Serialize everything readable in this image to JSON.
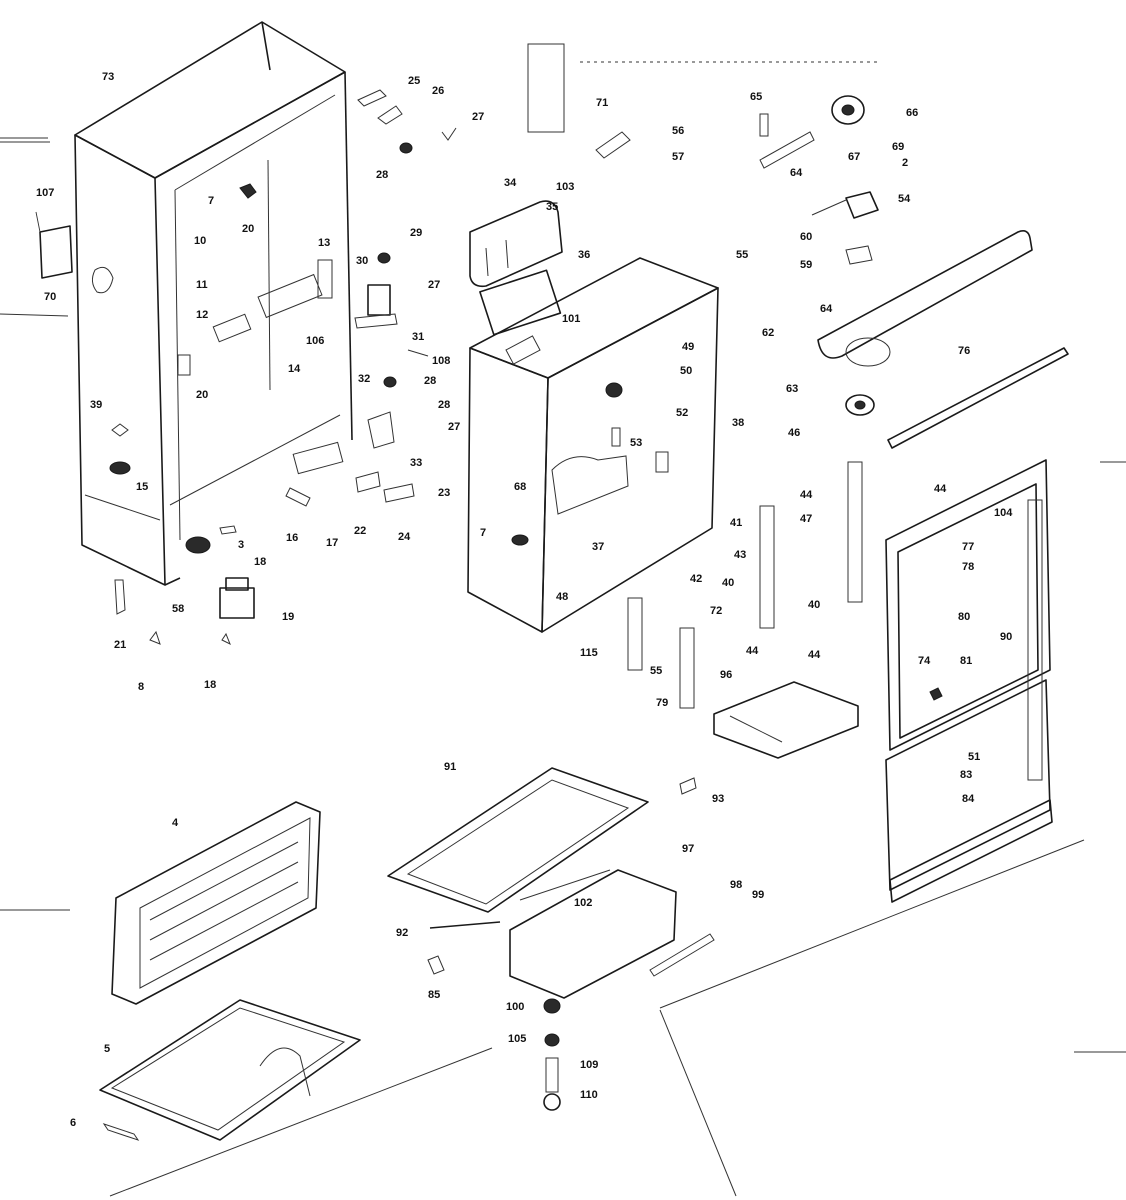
{
  "header": {
    "text": ""
  },
  "callouts": [
    {
      "id": "c73",
      "label": "73"
    },
    {
      "id": "c107",
      "label": "107"
    },
    {
      "id": "c70",
      "label": "70"
    },
    {
      "id": "c7a",
      "label": "7"
    },
    {
      "id": "c10",
      "label": "10"
    },
    {
      "id": "c11",
      "label": "11"
    },
    {
      "id": "c12",
      "label": "12"
    },
    {
      "id": "c13",
      "label": "13"
    },
    {
      "id": "c14",
      "label": "14"
    },
    {
      "id": "c106",
      "label": "106"
    },
    {
      "id": "c20a",
      "label": "20"
    },
    {
      "id": "c20b",
      "label": "20"
    },
    {
      "id": "c39",
      "label": "39"
    },
    {
      "id": "c15",
      "label": "15"
    },
    {
      "id": "c3",
      "label": "3"
    },
    {
      "id": "c18a",
      "label": "18"
    },
    {
      "id": "c16",
      "label": "16"
    },
    {
      "id": "c17",
      "label": "17"
    },
    {
      "id": "c58a",
      "label": "58"
    },
    {
      "id": "c19",
      "label": "19"
    },
    {
      "id": "c21",
      "label": "21"
    },
    {
      "id": "c8",
      "label": "8"
    },
    {
      "id": "c18b",
      "label": "18"
    },
    {
      "id": "c25",
      "label": "25"
    },
    {
      "id": "c26",
      "label": "26"
    },
    {
      "id": "c27a",
      "label": "27"
    },
    {
      "id": "c28a",
      "label": "28"
    },
    {
      "id": "c29",
      "label": "29"
    },
    {
      "id": "c30",
      "label": "30"
    },
    {
      "id": "c27b",
      "label": "27"
    },
    {
      "id": "c31",
      "label": "31"
    },
    {
      "id": "c108",
      "label": "108"
    },
    {
      "id": "c32",
      "label": "32"
    },
    {
      "id": "c28b",
      "label": "28"
    },
    {
      "id": "c28c",
      "label": "28"
    },
    {
      "id": "c27c",
      "label": "27"
    },
    {
      "id": "c33",
      "label": "33"
    },
    {
      "id": "c22",
      "label": "22"
    },
    {
      "id": "c23",
      "label": "23"
    },
    {
      "id": "c24",
      "label": "24"
    },
    {
      "id": "c71",
      "label": "71"
    },
    {
      "id": "c56",
      "label": "56"
    },
    {
      "id": "c57",
      "label": "57"
    },
    {
      "id": "c34",
      "label": "34"
    },
    {
      "id": "c103",
      "label": "103"
    },
    {
      "id": "c35",
      "label": "35"
    },
    {
      "id": "c36",
      "label": "36"
    },
    {
      "id": "c55a",
      "label": "55"
    },
    {
      "id": "c101",
      "label": "101"
    },
    {
      "id": "c49",
      "label": "49"
    },
    {
      "id": "c50",
      "label": "50"
    },
    {
      "id": "c52",
      "label": "52"
    },
    {
      "id": "c53",
      "label": "53"
    },
    {
      "id": "c38",
      "label": "38"
    },
    {
      "id": "c68",
      "label": "68"
    },
    {
      "id": "c7b",
      "label": "7"
    },
    {
      "id": "c37",
      "label": "37"
    },
    {
      "id": "c48",
      "label": "48"
    },
    {
      "id": "c65",
      "label": "65"
    },
    {
      "id": "c66",
      "label": "66"
    },
    {
      "id": "c67",
      "label": "67"
    },
    {
      "id": "c69",
      "label": "69"
    },
    {
      "id": "c2",
      "label": "2"
    },
    {
      "id": "c54",
      "label": "54"
    },
    {
      "id": "c64a",
      "label": "64"
    },
    {
      "id": "c60",
      "label": "60"
    },
    {
      "id": "c59",
      "label": "59"
    },
    {
      "id": "c64b",
      "label": "64"
    },
    {
      "id": "c62",
      "label": "62"
    },
    {
      "id": "c76",
      "label": "76"
    },
    {
      "id": "c63",
      "label": "63"
    },
    {
      "id": "c46",
      "label": "46"
    },
    {
      "id": "c44a",
      "label": "44"
    },
    {
      "id": "c44b",
      "label": "44"
    },
    {
      "id": "c41",
      "label": "41"
    },
    {
      "id": "c47",
      "label": "47"
    },
    {
      "id": "c43",
      "label": "43"
    },
    {
      "id": "c42",
      "label": "42"
    },
    {
      "id": "c40a",
      "label": "40"
    },
    {
      "id": "c40b",
      "label": "40"
    },
    {
      "id": "c72",
      "label": "72"
    },
    {
      "id": "c44c",
      "label": "44"
    },
    {
      "id": "c44d",
      "label": "44"
    },
    {
      "id": "c115",
      "label": "115"
    },
    {
      "id": "c55b",
      "label": "55"
    },
    {
      "id": "c79",
      "label": "79"
    },
    {
      "id": "c96",
      "label": "96"
    },
    {
      "id": "c104",
      "label": "104"
    },
    {
      "id": "c77",
      "label": "77"
    },
    {
      "id": "c78",
      "label": "78"
    },
    {
      "id": "c80",
      "label": "80"
    },
    {
      "id": "c90",
      "label": "90"
    },
    {
      "id": "c74",
      "label": "74"
    },
    {
      "id": "c81",
      "label": "81"
    },
    {
      "id": "c51",
      "label": "51"
    },
    {
      "id": "c83",
      "label": "83"
    },
    {
      "id": "c84",
      "label": "84"
    },
    {
      "id": "c91",
      "label": "91"
    },
    {
      "id": "c93",
      "label": "93"
    },
    {
      "id": "c97",
      "label": "97"
    },
    {
      "id": "c102",
      "label": "102"
    },
    {
      "id": "c98",
      "label": "98"
    },
    {
      "id": "c99",
      "label": "99"
    },
    {
      "id": "c92",
      "label": "92"
    },
    {
      "id": "c85",
      "label": "85"
    },
    {
      "id": "c4",
      "label": "4"
    },
    {
      "id": "c5",
      "label": "5"
    },
    {
      "id": "c6",
      "label": "6"
    },
    {
      "id": "c100",
      "label": "100"
    },
    {
      "id": "c105",
      "label": "105"
    },
    {
      "id": "c109",
      "label": "109"
    },
    {
      "id": "c110",
      "label": "110"
    }
  ]
}
